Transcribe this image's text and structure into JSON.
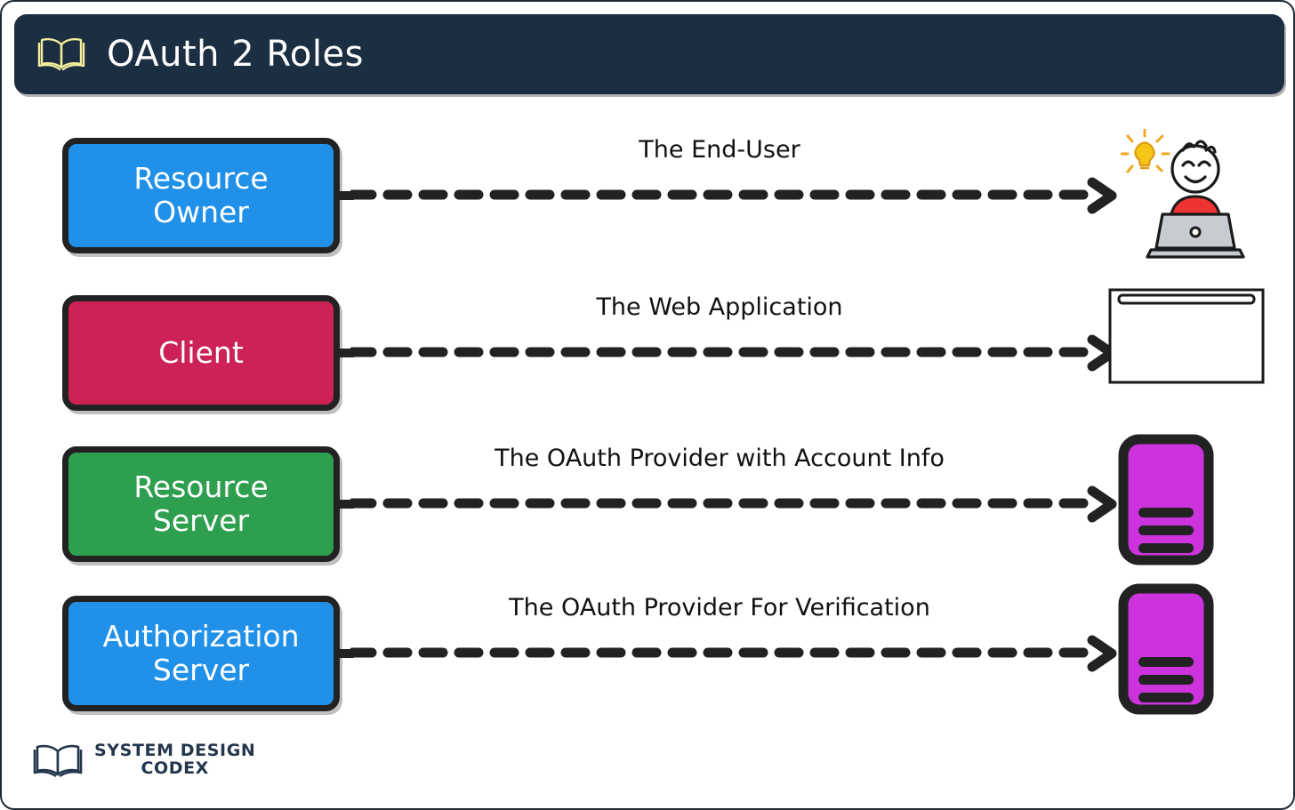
{
  "header": {
    "title": "OAuth 2 Roles",
    "icon": "open-book-icon",
    "background_color": "#1C2E42",
    "title_color": "#FFFFFF",
    "icon_color": "#F2EE9A"
  },
  "rows": [
    {
      "role": "Resource Owner",
      "role_lines": [
        "Resource",
        "Owner"
      ],
      "box_color": "#2090E8",
      "description": "The End-User",
      "icon": "person-at-laptop-with-idea-icon"
    },
    {
      "role": "Client",
      "role_lines": [
        "Client"
      ],
      "box_color": "#CC2255",
      "description": "The Web Application",
      "icon": "browser-window-icon"
    },
    {
      "role": "Resource Server",
      "role_lines": [
        "Resource",
        "Server"
      ],
      "box_color": "#2E9E4F",
      "description": "The OAuth Provider with Account Info",
      "icon": "server-icon"
    },
    {
      "role": "Authorization Server",
      "role_lines": [
        "Authorization",
        "Server"
      ],
      "box_color": "#2090E8",
      "description": "The OAuth Provider For Verification",
      "icon": "server-icon"
    }
  ],
  "footer": {
    "line1": "SYSTEM DESIGN",
    "line2": "CODEX",
    "icon": "open-book-icon",
    "text_color": "#23364C"
  },
  "palette": {
    "blue": "#2090E8",
    "crimson": "#CC2255",
    "green": "#2E9E4F",
    "magenta": "#CC33DD",
    "outline": "#222222",
    "shirt_red": "#EE3333",
    "laptop_gray": "#C8CBD0",
    "bulb_yellow": "#F5C518"
  }
}
